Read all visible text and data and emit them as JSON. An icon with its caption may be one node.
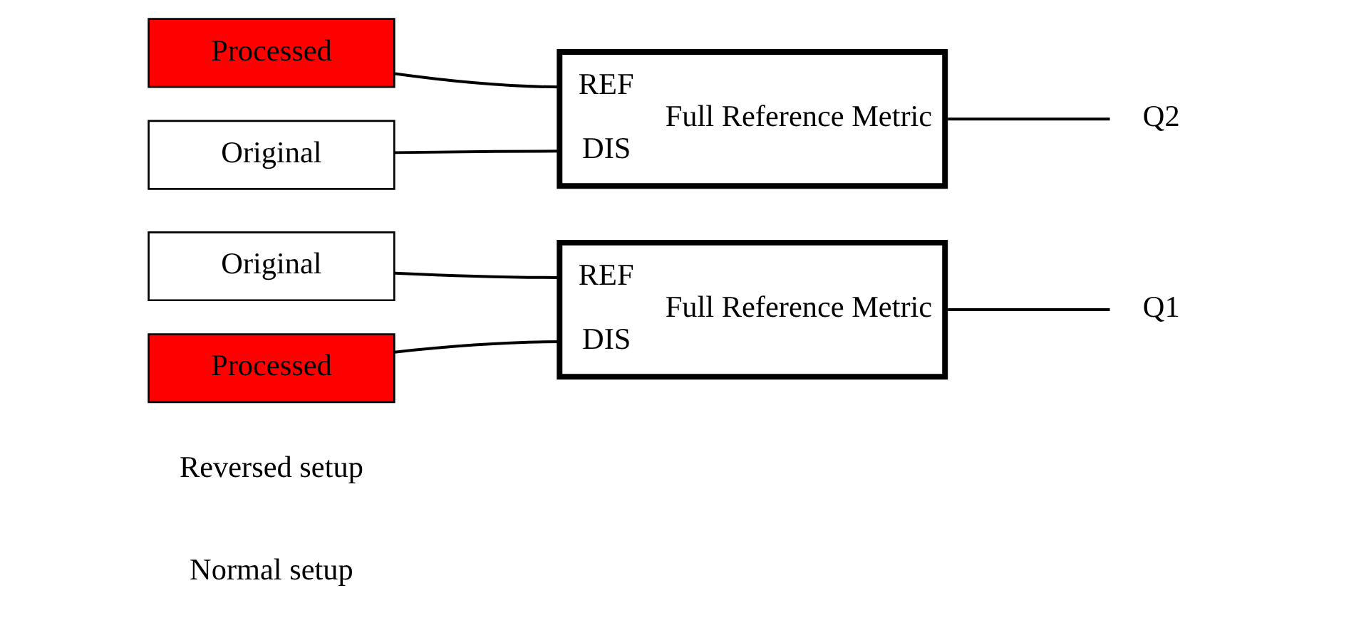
{
  "diagram": {
    "nodes": [
      {
        "text": [
          "Original"
        ]
      },
      {
        "text": [
          "Processed"
        ]
      },
      {
        "text": [
          "REF",
          "Full Reference Metric",
          "DIS"
        ]
      },
      {
        "text": [
          "Q1"
        ]
      },
      {
        "text": [
          "Processed"
        ]
      },
      {
        "text": [
          "Original"
        ]
      },
      {
        "text": [
          "REF",
          "Full Reference Metric",
          "DIS"
        ]
      },
      {
        "text": [
          "Q2"
        ]
      }
    ],
    "edges": [
      {
        "from": 0,
        "to": 2,
        "arrow": "none"
      },
      {
        "from": 1,
        "to": 2,
        "arrow": "none"
      },
      {
        "from": 2,
        "to": 3,
        "arrow": "none"
      },
      {
        "from": 4,
        "to": 6,
        "arrow": "none"
      },
      {
        "from": 5,
        "to": 6,
        "arrow": "none"
      },
      {
        "from": 6,
        "to": 7,
        "arrow": "none"
      }
    ],
    "labels": [
      "Normal setup",
      "Reversed setup"
    ]
  }
}
